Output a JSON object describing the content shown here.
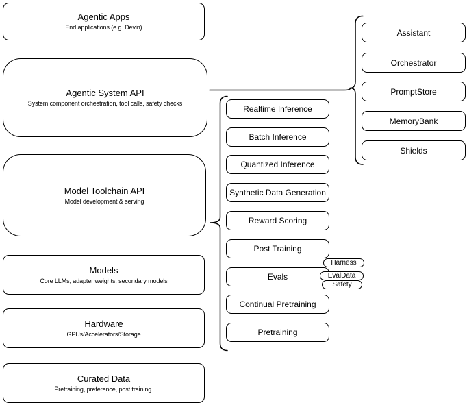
{
  "diagram": {
    "left_stack": [
      {
        "title": "Agentic Apps",
        "subtitle": "End applications (e.g. Devin)"
      },
      {
        "title": "Agentic System API",
        "subtitle": "System component orchestration, tool calls, safety checks"
      },
      {
        "title": "Model Toolchain API",
        "subtitle": "Model development & serving"
      },
      {
        "title": "Models",
        "subtitle": "Core LLMs, adapter weights, secondary models"
      },
      {
        "title": "Hardware",
        "subtitle": "GPUs/Accelerators/Storage"
      },
      {
        "title": "Curated Data",
        "subtitle": "Pretraining, preference, post training."
      }
    ],
    "toolchain_components": [
      "Realtime Inference",
      "Batch Inference",
      "Quantized Inference",
      "Synthetic Data Generation",
      "Reward Scoring",
      "Post Training",
      "Evals",
      "Continual Pretraining",
      "Pretraining"
    ],
    "eval_tags": [
      "Harness",
      "EvalData",
      "Safety"
    ],
    "system_components": [
      "Assistant",
      "Orchestrator",
      "PromptStore",
      "MemoryBank",
      "Shields"
    ],
    "colors": {
      "stroke": "#000000",
      "background": "#ffffff",
      "node_fill": "#ffffff"
    }
  }
}
